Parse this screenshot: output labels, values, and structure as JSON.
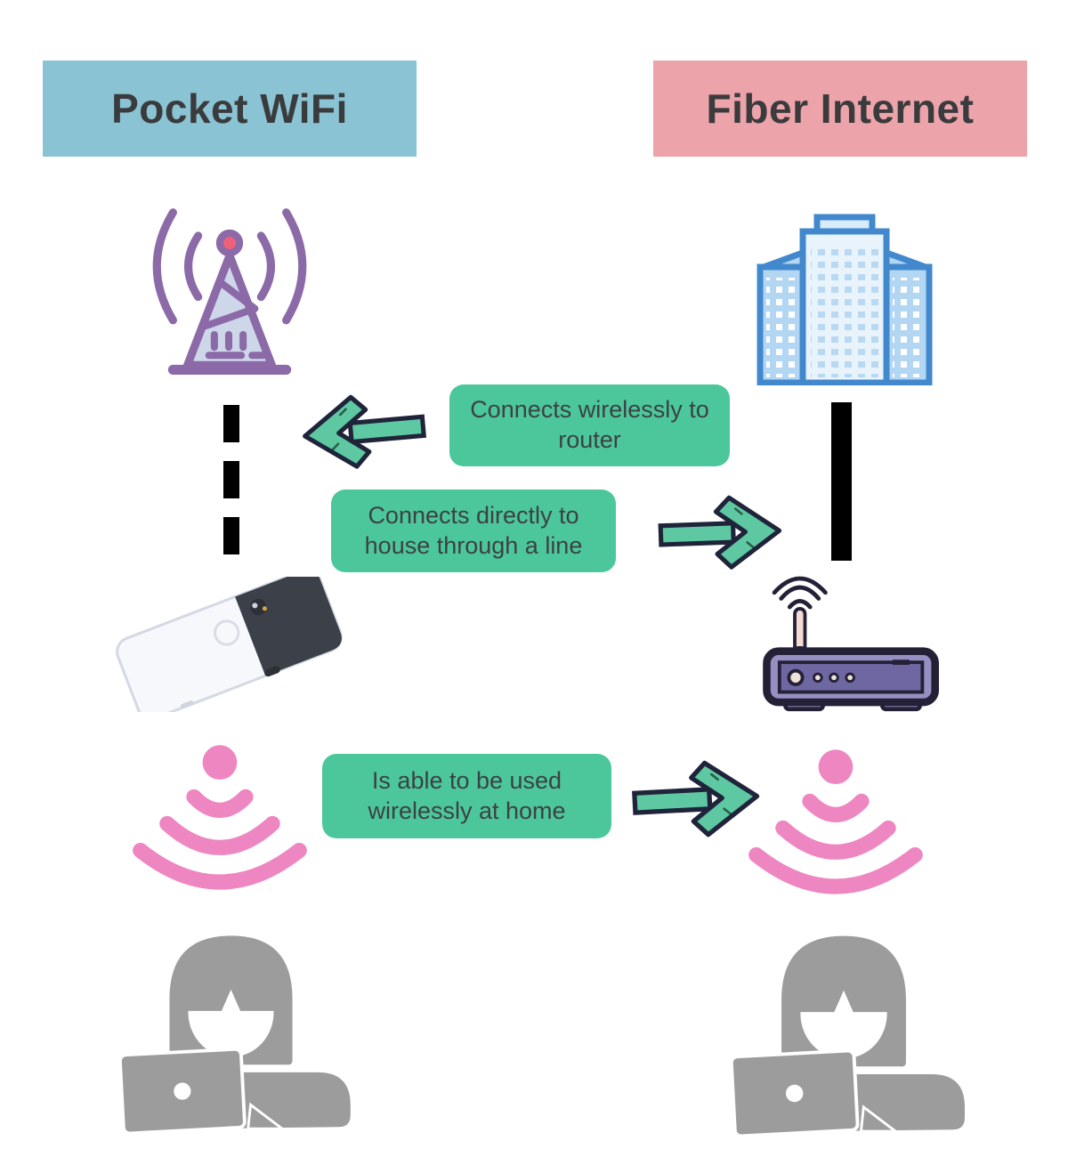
{
  "title": "Pocket WiFi vs Fiber Internet comparison diagram",
  "columns": {
    "left": {
      "header": "Pocket WiFi"
    },
    "right": {
      "header": "Fiber Internet"
    }
  },
  "labels": [
    {
      "text": "Connects wirelessly to router",
      "arrow_direction": "left",
      "points_to": "cell-tower"
    },
    {
      "text": "Connects directly to house through a line",
      "arrow_direction": "right",
      "points_to": "solid-line"
    },
    {
      "text": "Is able to be used wirelessly at home",
      "arrow_direction": "right",
      "points_to": "wifi-signal-right"
    }
  ],
  "icons": {
    "left_column": [
      "cell-tower-icon",
      "dashed-connection-line",
      "smartphone-icon",
      "wifi-signal-icon",
      "person-laptop-icon"
    ],
    "right_column": [
      "building-icon",
      "solid-connection-line",
      "router-icon",
      "wifi-signal-icon",
      "person-laptop-icon"
    ]
  },
  "colors": {
    "header-left-bg": "#8ac3d3",
    "header-right-bg": "#eda3aa",
    "label-bg": "#4cc79c",
    "arrow-fill": "#5dc8a1",
    "arrow-outline": "#20243a",
    "tower-purple": "#8b6aa7",
    "tower-fill": "#cdd7e9",
    "tower-dot": "#ef6079",
    "building-blue": "#4288cd",
    "router-dark": "#242136",
    "router-body": "#968fc2",
    "wifi-pink": "#ee86c1",
    "person-gray": "#9c9c9c",
    "line-black": "#000000",
    "header-text": "#3a3b3c",
    "label-text": "#3c4143"
  }
}
